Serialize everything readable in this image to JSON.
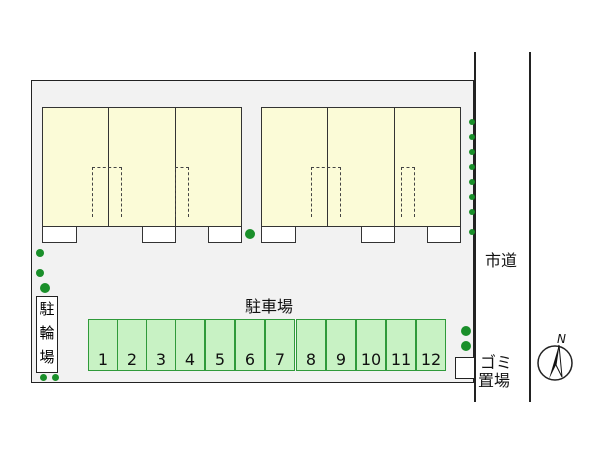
{
  "labels": {
    "parking": "駐車場",
    "bicycle_parking": [
      "駐",
      "輪",
      "場"
    ],
    "city_road": "市道",
    "garbage_area_line1": "ゴミ",
    "garbage_area_line2": "置場",
    "compass_north": "N"
  },
  "parking_spaces": [
    "1",
    "2",
    "3",
    "4",
    "5",
    "6",
    "7",
    "8",
    "9",
    "10",
    "11",
    "12"
  ],
  "colors": {
    "building_fill": "#fbfbd7",
    "parking_fill": "#c8f2c4",
    "tree": "#1a8f2a",
    "site_fill": "#f2f2f2"
  }
}
